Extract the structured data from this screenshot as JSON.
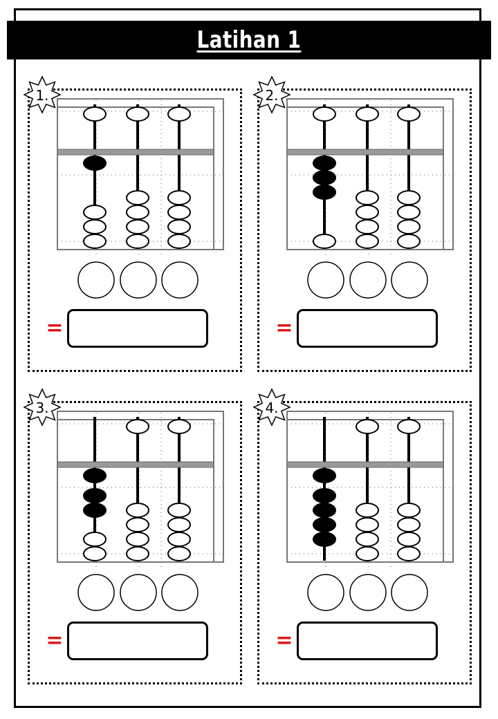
{
  "title": "Latihan 1",
  "equals_sign": "=",
  "exercises": [
    {
      "number": "1.",
      "abacus": [
        {
          "upper": 0,
          "lower": 1
        },
        {
          "upper": 0,
          "lower": 0
        },
        {
          "upper": 0,
          "lower": 0
        }
      ]
    },
    {
      "number": "2.",
      "abacus": [
        {
          "upper": 0,
          "lower": 3
        },
        {
          "upper": 0,
          "lower": 0
        },
        {
          "upper": 0,
          "lower": 0
        }
      ]
    },
    {
      "number": "3.",
      "abacus": [
        {
          "upper": 1,
          "lower": 2
        },
        {
          "upper": 0,
          "lower": 0
        },
        {
          "upper": 0,
          "lower": 0
        }
      ]
    },
    {
      "number": "4.",
      "abacus": [
        {
          "upper": 1,
          "lower": 4
        },
        {
          "upper": 0,
          "lower": 0
        },
        {
          "upper": 0,
          "lower": 0
        }
      ]
    }
  ]
}
